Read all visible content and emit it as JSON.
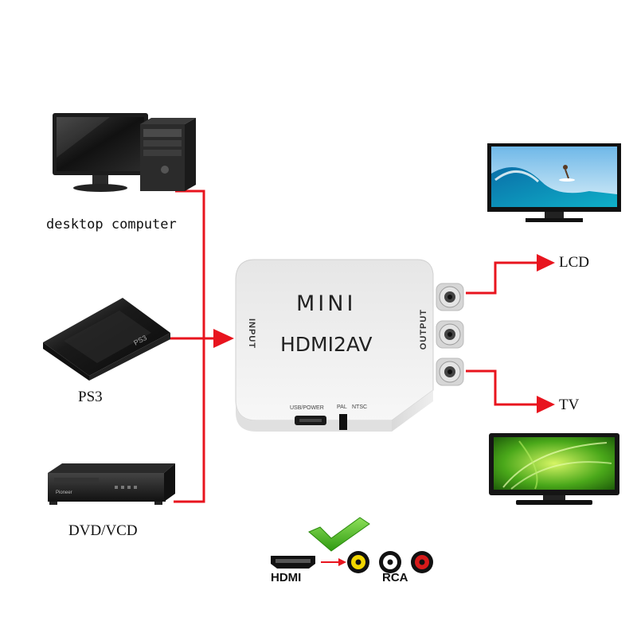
{
  "sources": {
    "desktop": {
      "label": "desktop computer"
    },
    "ps3": {
      "label": "PS3",
      "logo": "PS3"
    },
    "dvd": {
      "label": "DVD/VCD",
      "brand": "Pioneer"
    }
  },
  "converter": {
    "top_text": "MINI",
    "main_text": "HDMI2AV",
    "input_label": "INPUT",
    "output_label": "OUTPUT",
    "usb_label": "USB/POWER",
    "pal_label": "PAL",
    "ntsc_label": "NTSC"
  },
  "outputs": {
    "lcd": {
      "label": "LCD"
    },
    "tv": {
      "label": "TV"
    }
  },
  "legend": {
    "hdmi_label": "HDMI",
    "rca_label": "RCA",
    "check_color": "#46c21e",
    "rca_colors": [
      "#f2d600",
      "#ffffff",
      "#d71a1a"
    ]
  },
  "colors": {
    "arrow": "#e8141e",
    "device_body": "#f1f1f1"
  }
}
